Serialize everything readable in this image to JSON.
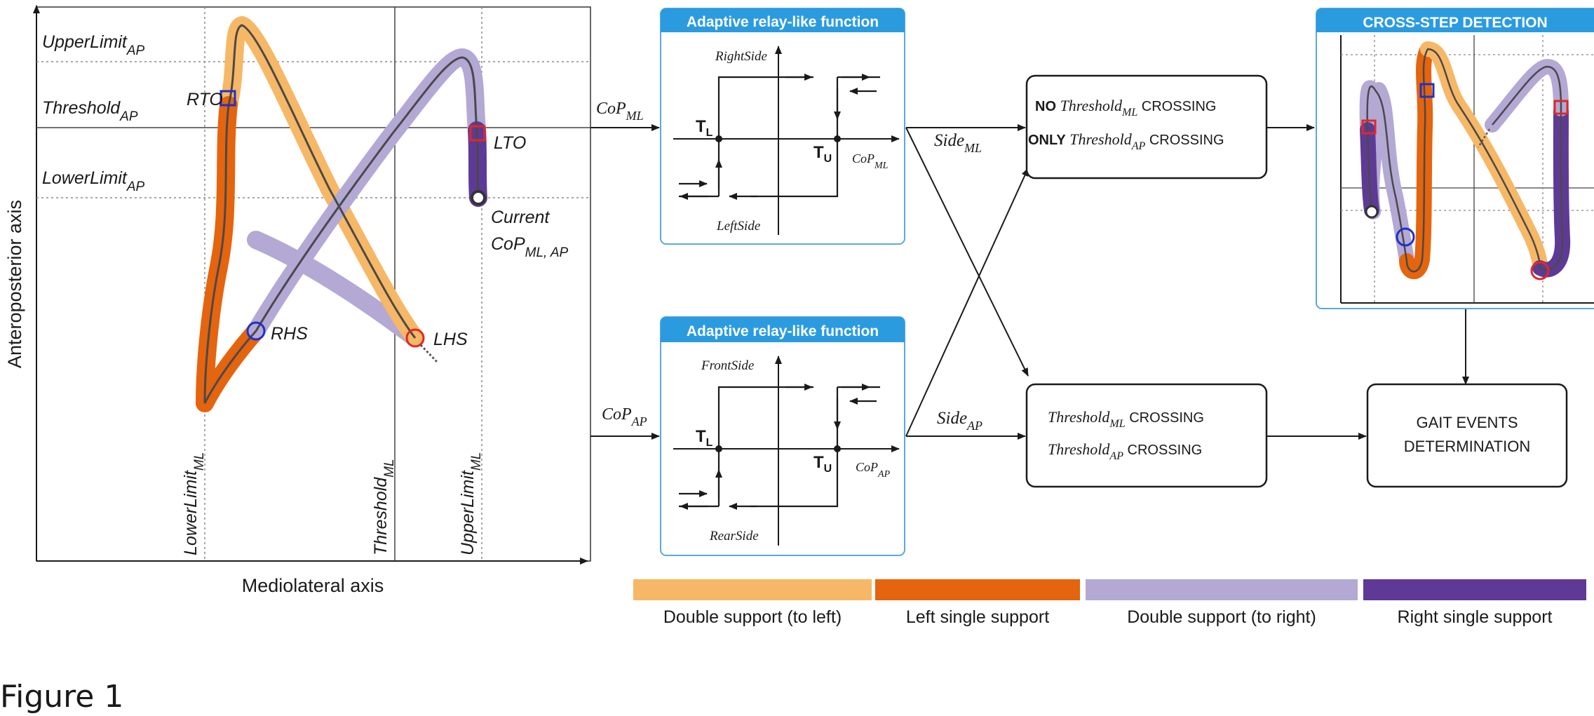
{
  "caption": "Figure 1",
  "left_plot": {
    "y_axis_title": "Anteroposterior axis",
    "x_axis_title": "Mediolateral axis",
    "ap_levels": [
      {
        "name": "Upper",
        "base": "UpperLimit",
        "sub": "AP"
      },
      {
        "name": "Threshold",
        "base": "Threshold",
        "sub": "AP"
      },
      {
        "name": "Lower",
        "base": "LowerLimit",
        "sub": "AP"
      }
    ],
    "ml_levels": [
      {
        "name": "Lower",
        "base": "LowerLimit",
        "sub": "ML"
      },
      {
        "name": "Threshold",
        "base": "Threshold",
        "sub": "ML"
      },
      {
        "name": "Upper",
        "base": "UpperLimit",
        "sub": "ML"
      }
    ],
    "events": {
      "rto": "RTO",
      "lto": "LTO",
      "rhs": "RHS",
      "lhs": "LHS"
    },
    "current_label_1": "Current",
    "current_label_2_base": "CoP",
    "current_label_2_sub": "ML, AP"
  },
  "relay_ml": {
    "header": "Adaptive relay-like function",
    "input_base": "CoP",
    "input_sub": "ML",
    "top_label": "RightSide",
    "bottom_label": "LeftSide",
    "axis_base": "CoP",
    "axis_sub": "ML",
    "tl_base": "T",
    "tl_sub": "L",
    "tu_base": "T",
    "tu_sub": "U",
    "output_base": "Side",
    "output_sub": "ML"
  },
  "relay_ap": {
    "header": "Adaptive relay-like function",
    "input_base": "CoP",
    "input_sub": "AP",
    "top_label": "FrontSide",
    "bottom_label": "RearSide",
    "axis_base": "CoP",
    "axis_sub": "AP",
    "tl_base": "T",
    "tl_sub": "L",
    "tu_base": "T",
    "tu_sub": "U",
    "output_base": "Side",
    "output_sub": "AP"
  },
  "box_no_crossing": {
    "line1_bold": "NO",
    "line1_base": "Threshold",
    "line1_sub": "ML",
    "line1_tail": "CROSSING",
    "line2_bold": "ONLY",
    "line2_base": "Threshold",
    "line2_sub": "AP",
    "line2_tail": "CROSSING"
  },
  "box_crossing": {
    "line1_base": "Threshold",
    "line1_sub": "ML",
    "line1_tail": "CROSSING",
    "line2_base": "Threshold",
    "line2_sub": "AP",
    "line2_tail": "CROSSING"
  },
  "cross_step": {
    "header": "CROSS-STEP DETECTION"
  },
  "gait_box": {
    "line1": "GAIT EVENTS",
    "line2": "DETERMINATION"
  },
  "legend": [
    {
      "label": "Double support (to left)",
      "color": "#f6b866"
    },
    {
      "label": "Left single support",
      "color": "#e5640e"
    },
    {
      "label": "Double support (to right)",
      "color": "#b3a9d4"
    },
    {
      "label": "Right single support",
      "color": "#5e3a96"
    }
  ],
  "colors": {
    "header_blue": "#2b9be0",
    "panel_border": "#5ba9dc",
    "trace": "#4a4a4a",
    "event_blue": "#2030c8",
    "event_red": "#e02828"
  }
}
